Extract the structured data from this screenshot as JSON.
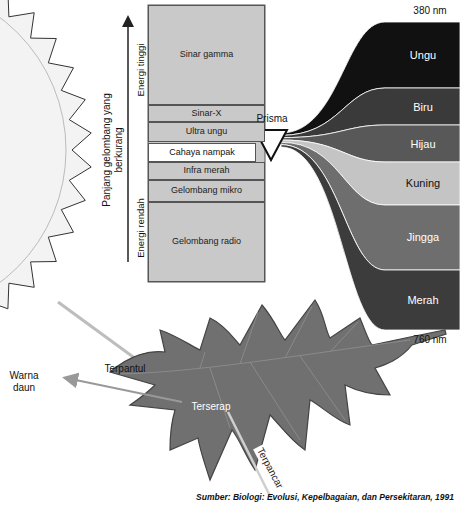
{
  "diagram": {
    "caption": "Sumber: Biologi: Evolusi, Kepelbagaian, dan Persekitaran, 1991",
    "nodes": [
      {
        "text": [
          "Sinar gamma"
        ]
      },
      {
        "text": [
          "Sinar-X"
        ]
      },
      {
        "text": [
          "Ultra ungu"
        ]
      },
      {
        "text": [
          "Cahaya nampak"
        ]
      },
      {
        "text": [
          "Infra merah"
        ]
      },
      {
        "text": [
          "Gelombang mikro"
        ]
      },
      {
        "text": [
          "Gelombang radio"
        ]
      },
      {
        "text": [
          "Ungu"
        ]
      },
      {
        "text": [
          "Biru"
        ]
      },
      {
        "text": [
          "Hijau"
        ]
      },
      {
        "text": [
          "Kuning"
        ]
      },
      {
        "text": [
          "Jingga"
        ]
      },
      {
        "text": [
          "Merah"
        ]
      }
    ],
    "labels": [
      "Energi tinggi",
      "Panjang gelombang yang berkurang",
      "Energi rendah",
      "Prisma",
      "380 nm",
      "760 nm",
      "Terpantul",
      "Warna daun",
      "Terserap",
      "Terpancar"
    ]
  }
}
